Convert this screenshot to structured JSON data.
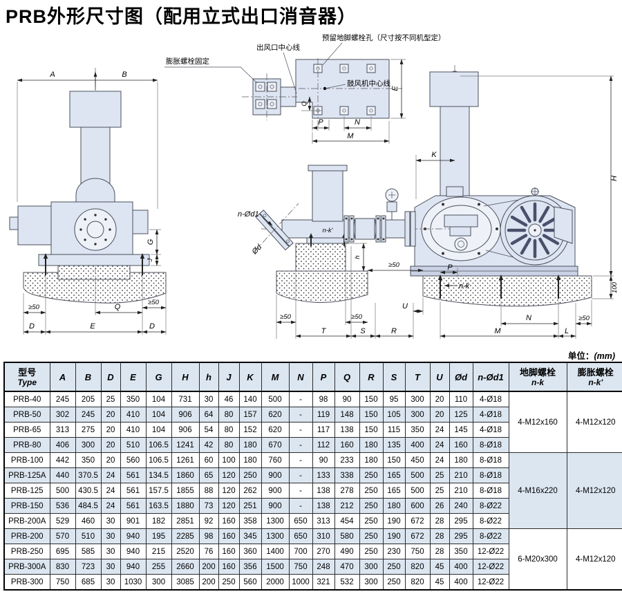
{
  "page": {
    "title": "PRB外形尺寸图（配用立式出口消音器）",
    "unit_label": "单位：",
    "unit_value": "(mm)"
  },
  "drawing": {
    "callouts": {
      "expansion": "膨胀螺栓固定",
      "outlet": "出风口中心线",
      "anchor": "预留地脚螺栓孔（尺寸按不同机型定）",
      "blower_center": "鼓风机中心线"
    },
    "labels": {
      "A": "A",
      "B": "B",
      "D": "D",
      "E": "E",
      "G": "G",
      "H": "H",
      "h": "h",
      "J": "J",
      "K": "K",
      "L": "L",
      "M": "M",
      "N": "N",
      "P": "P",
      "Q": "Q",
      "R": "R",
      "S": "S",
      "T": "T",
      "U": "U",
      "ge50": "≥50",
      "d100": "100",
      "nk": "n-k",
      "nkp": "n-k'",
      "nod1": "n-Ød1",
      "od": "Ød"
    }
  },
  "table": {
    "header": {
      "type_cn": "型号",
      "type_en": "Type",
      "dim_columns": [
        "A",
        "B",
        "D",
        "E",
        "G",
        "H",
        "h",
        "J",
        "K",
        "M",
        "N",
        "P",
        "Q",
        "R",
        "S",
        "T",
        "U",
        "Ød",
        "n-Ød1"
      ],
      "anchor_bolt_cn": "地脚螺栓",
      "anchor_bolt_sub": "n-k",
      "expansion_bolt_cn": "膨胀螺栓",
      "expansion_bolt_sub": "n-k'"
    },
    "rows": [
      {
        "type": "PRB-40",
        "values": [
          "245",
          "205",
          "25",
          "350",
          "104",
          "731",
          "30",
          "46",
          "140",
          "500",
          "-",
          "98",
          "90",
          "150",
          "95",
          "300",
          "20",
          "110",
          "4-Ø18"
        ]
      },
      {
        "type": "PRB-50",
        "values": [
          "302",
          "245",
          "20",
          "410",
          "104",
          "906",
          "64",
          "80",
          "157",
          "620",
          "-",
          "119",
          "148",
          "150",
          "105",
          "300",
          "20",
          "125",
          "4-Ø18"
        ]
      },
      {
        "type": "PRB-65",
        "values": [
          "313",
          "275",
          "20",
          "410",
          "104",
          "906",
          "54",
          "80",
          "152",
          "620",
          "-",
          "117",
          "138",
          "150",
          "115",
          "350",
          "24",
          "145",
          "4-Ø18"
        ]
      },
      {
        "type": "PRB-80",
        "values": [
          "406",
          "300",
          "20",
          "510",
          "106.5",
          "1241",
          "42",
          "80",
          "180",
          "670",
          "-",
          "112",
          "160",
          "180",
          "135",
          "400",
          "24",
          "160",
          "8-Ø18"
        ]
      },
      {
        "type": "PRB-100",
        "values": [
          "442",
          "350",
          "20",
          "560",
          "106.5",
          "1261",
          "60",
          "100",
          "180",
          "760",
          "-",
          "90",
          "233",
          "180",
          "150",
          "450",
          "24",
          "180",
          "8-Ø18"
        ]
      },
      {
        "type": "PRB-125A",
        "values": [
          "440",
          "370.5",
          "24",
          "561",
          "134.5",
          "1860",
          "65",
          "120",
          "250",
          "900",
          "-",
          "133",
          "338",
          "250",
          "165",
          "500",
          "25",
          "210",
          "8-Ø18"
        ]
      },
      {
        "type": "PRB-125",
        "values": [
          "500",
          "430.5",
          "24",
          "561",
          "157.5",
          "1855",
          "88",
          "120",
          "262",
          "900",
          "-",
          "138",
          "278",
          "250",
          "165",
          "500",
          "25",
          "210",
          "8-Ø18"
        ]
      },
      {
        "type": "PRB-150",
        "values": [
          "536",
          "484.5",
          "24",
          "561",
          "163.5",
          "1880",
          "73",
          "120",
          "251",
          "900",
          "-",
          "138",
          "212",
          "250",
          "180",
          "600",
          "26",
          "240",
          "8-Ø22"
        ]
      },
      {
        "type": "PRB-200A",
        "values": [
          "529",
          "460",
          "30",
          "901",
          "182",
          "2851",
          "92",
          "160",
          "358",
          "1300",
          "650",
          "313",
          "454",
          "250",
          "190",
          "672",
          "28",
          "295",
          "8-Ø22"
        ]
      },
      {
        "type": "PRB-200",
        "values": [
          "570",
          "510",
          "30",
          "940",
          "195",
          "2285",
          "98",
          "160",
          "345",
          "1300",
          "650",
          "310",
          "580",
          "250",
          "190",
          "672",
          "28",
          "295",
          "8-Ø22"
        ]
      },
      {
        "type": "PRB-250",
        "values": [
          "695",
          "585",
          "30",
          "940",
          "215",
          "2520",
          "76",
          "160",
          "360",
          "1400",
          "700",
          "270",
          "490",
          "250",
          "230",
          "750",
          "28",
          "350",
          "12-Ø22"
        ]
      },
      {
        "type": "PRB-300A",
        "values": [
          "830",
          "723",
          "30",
          "940",
          "255",
          "2660",
          "200",
          "160",
          "356",
          "1500",
          "750",
          "248",
          "470",
          "300",
          "250",
          "820",
          "45",
          "400",
          "12-Ø22"
        ]
      },
      {
        "type": "PRB-300",
        "values": [
          "750",
          "685",
          "30",
          "1030",
          "300",
          "3085",
          "200",
          "250",
          "560",
          "2000",
          "1000",
          "321",
          "532",
          "300",
          "250",
          "820",
          "45",
          "400",
          "12-Ø22"
        ]
      }
    ],
    "bolt_groups": [
      {
        "rows": 4,
        "anchor": "4-M12x160",
        "expansion": "4-M12x120"
      },
      {
        "rows": 5,
        "anchor": "4-M16x220",
        "expansion": "4-M12x120"
      },
      {
        "rows": 4,
        "anchor": "6-M20x300",
        "expansion": "4-M12x120"
      }
    ]
  },
  "colors": {
    "row_shade": "#dce6f1",
    "machine_fill": "#dde4f2",
    "line": "#4a4f5a"
  }
}
